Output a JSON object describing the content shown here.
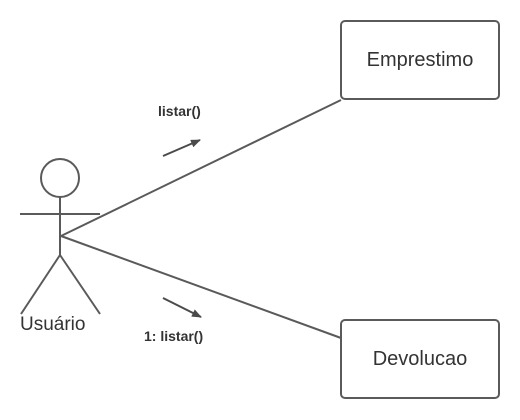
{
  "actor": {
    "name": "Usuário"
  },
  "classes": [
    {
      "id": "emprestimo",
      "label": "Emprestimo"
    },
    {
      "id": "devolucao",
      "label": "Devolucao"
    }
  ],
  "messages": [
    {
      "label": "listar()",
      "target": "emprestimo"
    },
    {
      "label": "1: listar()",
      "target": "devolucao"
    }
  ],
  "colors": {
    "stroke": "#5a5a5a",
    "text": "#333333",
    "background": "#ffffff"
  }
}
